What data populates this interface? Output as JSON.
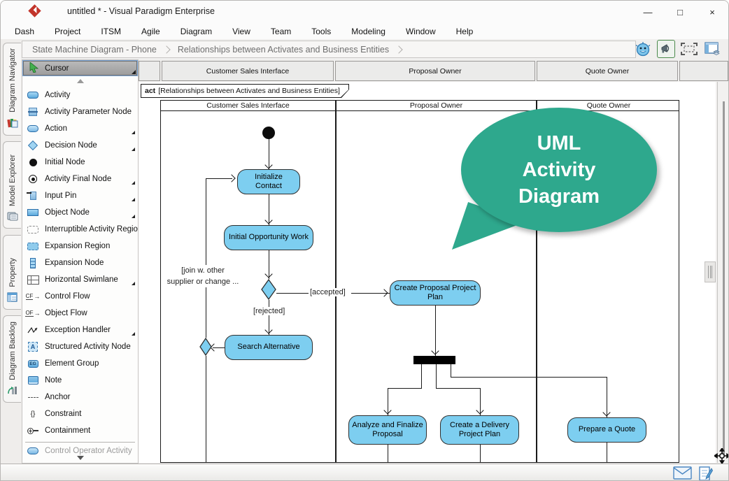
{
  "window": {
    "title": "untitled * - Visual Paradigm Enterprise",
    "controls": {
      "minimize": "—",
      "maximize": "□",
      "close": "×"
    }
  },
  "menu": {
    "items": [
      "Dash",
      "Project",
      "ITSM",
      "Agile",
      "Diagram",
      "View",
      "Team",
      "Tools",
      "Modeling",
      "Window",
      "Help"
    ]
  },
  "breadcrumb": {
    "items": [
      "State Machine Diagram - Phone",
      "Relationships between Activates and Business Entities"
    ]
  },
  "toolbar": {
    "icons": [
      "robot-assistant",
      "announcement",
      "frame-selector",
      "window-layout"
    ]
  },
  "side_tabs": {
    "items": [
      "Diagram Navigator",
      "Model Explorer",
      "Property",
      "Diagram Backlog"
    ]
  },
  "toolbox": {
    "cursor_label": "Cursor",
    "items": [
      {
        "label": "Activity"
      },
      {
        "label": "Activity Parameter Node"
      },
      {
        "label": "Action"
      },
      {
        "label": "Decision Node"
      },
      {
        "label": "Initial Node"
      },
      {
        "label": "Activity Final Node"
      },
      {
        "label": "Input Pin"
      },
      {
        "label": "Object Node"
      },
      {
        "label": "Interruptible Activity Region"
      },
      {
        "label": "Expansion Region"
      },
      {
        "label": "Expansion Node"
      },
      {
        "label": "Horizontal Swimlane"
      },
      {
        "label": "Control Flow"
      },
      {
        "label": "Object Flow"
      },
      {
        "label": "Exception Handler"
      },
      {
        "label": "Structured Activity Node"
      },
      {
        "label": "Element Group"
      },
      {
        "label": "Note"
      },
      {
        "label": "Anchor"
      },
      {
        "label": "Constraint"
      },
      {
        "label": "Containment"
      }
    ],
    "overflow_label": "Control Operator Activity",
    "glyphs": {
      "control_flow": "CF",
      "object_flow": "OF",
      "structured": "A",
      "element_group": "EG",
      "constraint": "{}"
    }
  },
  "diagram": {
    "frame_keyword": "act",
    "frame_title": "[Relationships between Activates and Business Entities]",
    "lanes": [
      "Customer Sales Interface",
      "Proposal Owner",
      "Quote Owner"
    ],
    "nodes": {
      "initialize_contact": "Initialize Contact",
      "initial_opportunity_work": "Initial Opportunity Work",
      "search_alternative": "Search Alternative",
      "create_proposal_project_plan": "Create Proposal Project Plan",
      "analyze_and_finalize_proposal": "Analyze and Finalize Proposal",
      "create_a_delivery_project_plan": "Create a Delivery Project Plan",
      "prepare_a_quote": "Prepare a Quote"
    },
    "edge_labels": {
      "accepted": "[accepted]",
      "rejected": "[rejected]",
      "join_line1": "[join w. other",
      "join_line2": "supplier or change ..."
    },
    "callout": {
      "line1": "UML",
      "line2": "Activity",
      "line3": "Diagram",
      "color": "#2ea88d"
    },
    "colors": {
      "node_fill": "#7dcef0",
      "node_border": "#2f2f2f",
      "fork": "#000000"
    }
  }
}
